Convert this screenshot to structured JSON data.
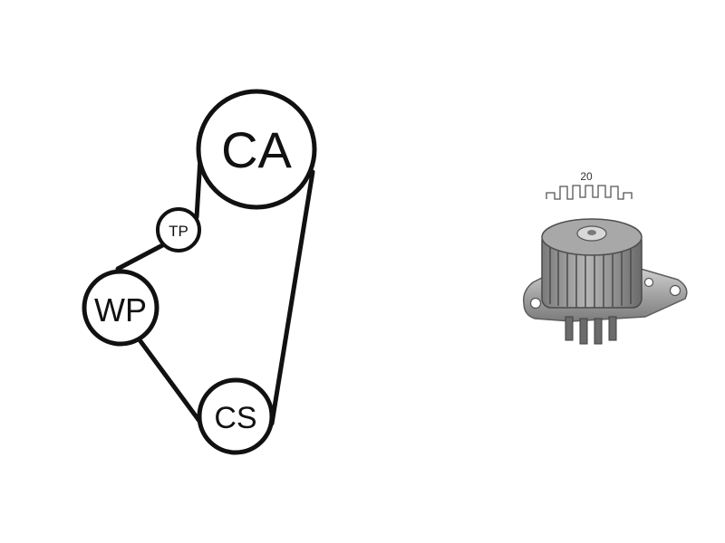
{
  "belt_diagram": {
    "pulleys": {
      "camshaft": "CA",
      "tensioner": "TP",
      "water_pump": "WP",
      "crankshaft": "CS"
    }
  },
  "water_pump": {
    "tooth_count": "20"
  },
  "colors": {
    "line": "#111111",
    "metal_dark": "#6f6f6f",
    "metal_mid": "#9a9a9a",
    "metal_light": "#c8c8c8"
  }
}
